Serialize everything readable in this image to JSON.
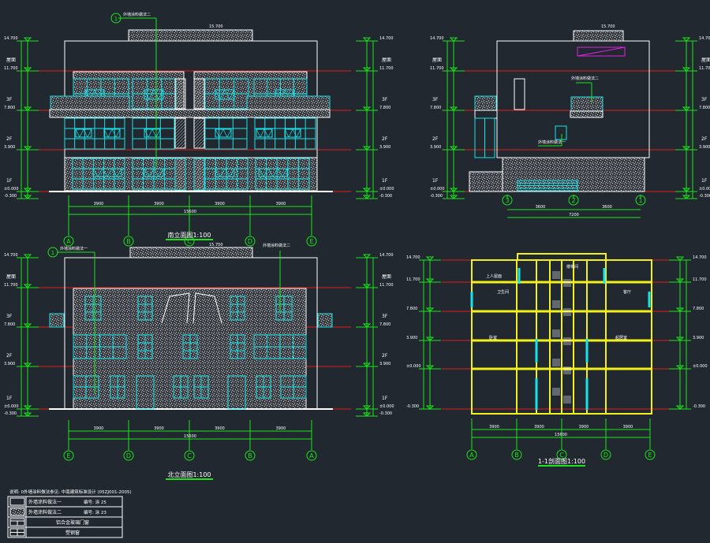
{
  "colors": {
    "background": "#212830",
    "outline": "#ffffff",
    "window": "#19e3e8",
    "dimension": "#19e619",
    "floor_line": "#e01b1b",
    "section": "#f2f21a",
    "sign": "#e020e0"
  },
  "levels": [
    {
      "value": "14.700",
      "floor": ""
    },
    {
      "value": "11.700",
      "floor": "屋面"
    },
    {
      "value": "7.800",
      "floor": "3F"
    },
    {
      "value": "3.900",
      "floor": "2F"
    },
    {
      "value": "±0.000",
      "floor": "1F"
    },
    {
      "value": "-0.300",
      "floor": ""
    }
  ],
  "south_elevation": {
    "title": "南立面图1:100",
    "axes": [
      "A",
      "B",
      "C",
      "D",
      "E"
    ],
    "bay_dims": [
      "3900",
      "3900",
      "3900",
      "3900"
    ],
    "total_dim": "15600",
    "roof_level": "15.700",
    "note": "外墙涂料做法二",
    "note_tag": "1"
  },
  "side_elevation": {
    "axes": [
      "3",
      "2",
      "1"
    ],
    "bay_dims": [
      "3600",
      "3600"
    ],
    "total_dim": "7200",
    "roof_level": "15.700",
    "notes": [
      "外墙涂料做法二",
      "外墙涂料做法一"
    ]
  },
  "north_elevation": {
    "title": "北立面图1:100",
    "axes": [
      "E",
      "D",
      "C",
      "B",
      "A"
    ],
    "bay_dims": [
      "3900",
      "3900",
      "3900",
      "3900"
    ],
    "total_dim": "15600",
    "roof_level": "15.700",
    "note": "外墙涂料做法一",
    "note_tag": "1",
    "note_right": "外墙涂料做法二"
  },
  "section": {
    "title": "1-1剖面图1:100",
    "axes": [
      "A",
      "B",
      "C",
      "D",
      "E"
    ],
    "bay_dims": [
      "3900",
      "3900",
      "3900",
      "3900"
    ],
    "total_dim": "15600",
    "room_labels": [
      "上人屋面",
      "卫生间",
      "楼梯间",
      "卧室",
      "客厅",
      "起居室"
    ]
  },
  "legend": {
    "heading": "说明: 0外墙涂料做法参见: 中南建筑标准设计 (05ZJ001-2005)",
    "rows": [
      {
        "label": "外墙涂料做法一",
        "code": "编号: 涂 25"
      },
      {
        "label": "外墙涂料做法二",
        "code": "编号: 涂 23"
      },
      {
        "label": "铝合金玻璃门窗",
        "code": ""
      },
      {
        "label": "塑钢窗",
        "code": ""
      }
    ]
  }
}
